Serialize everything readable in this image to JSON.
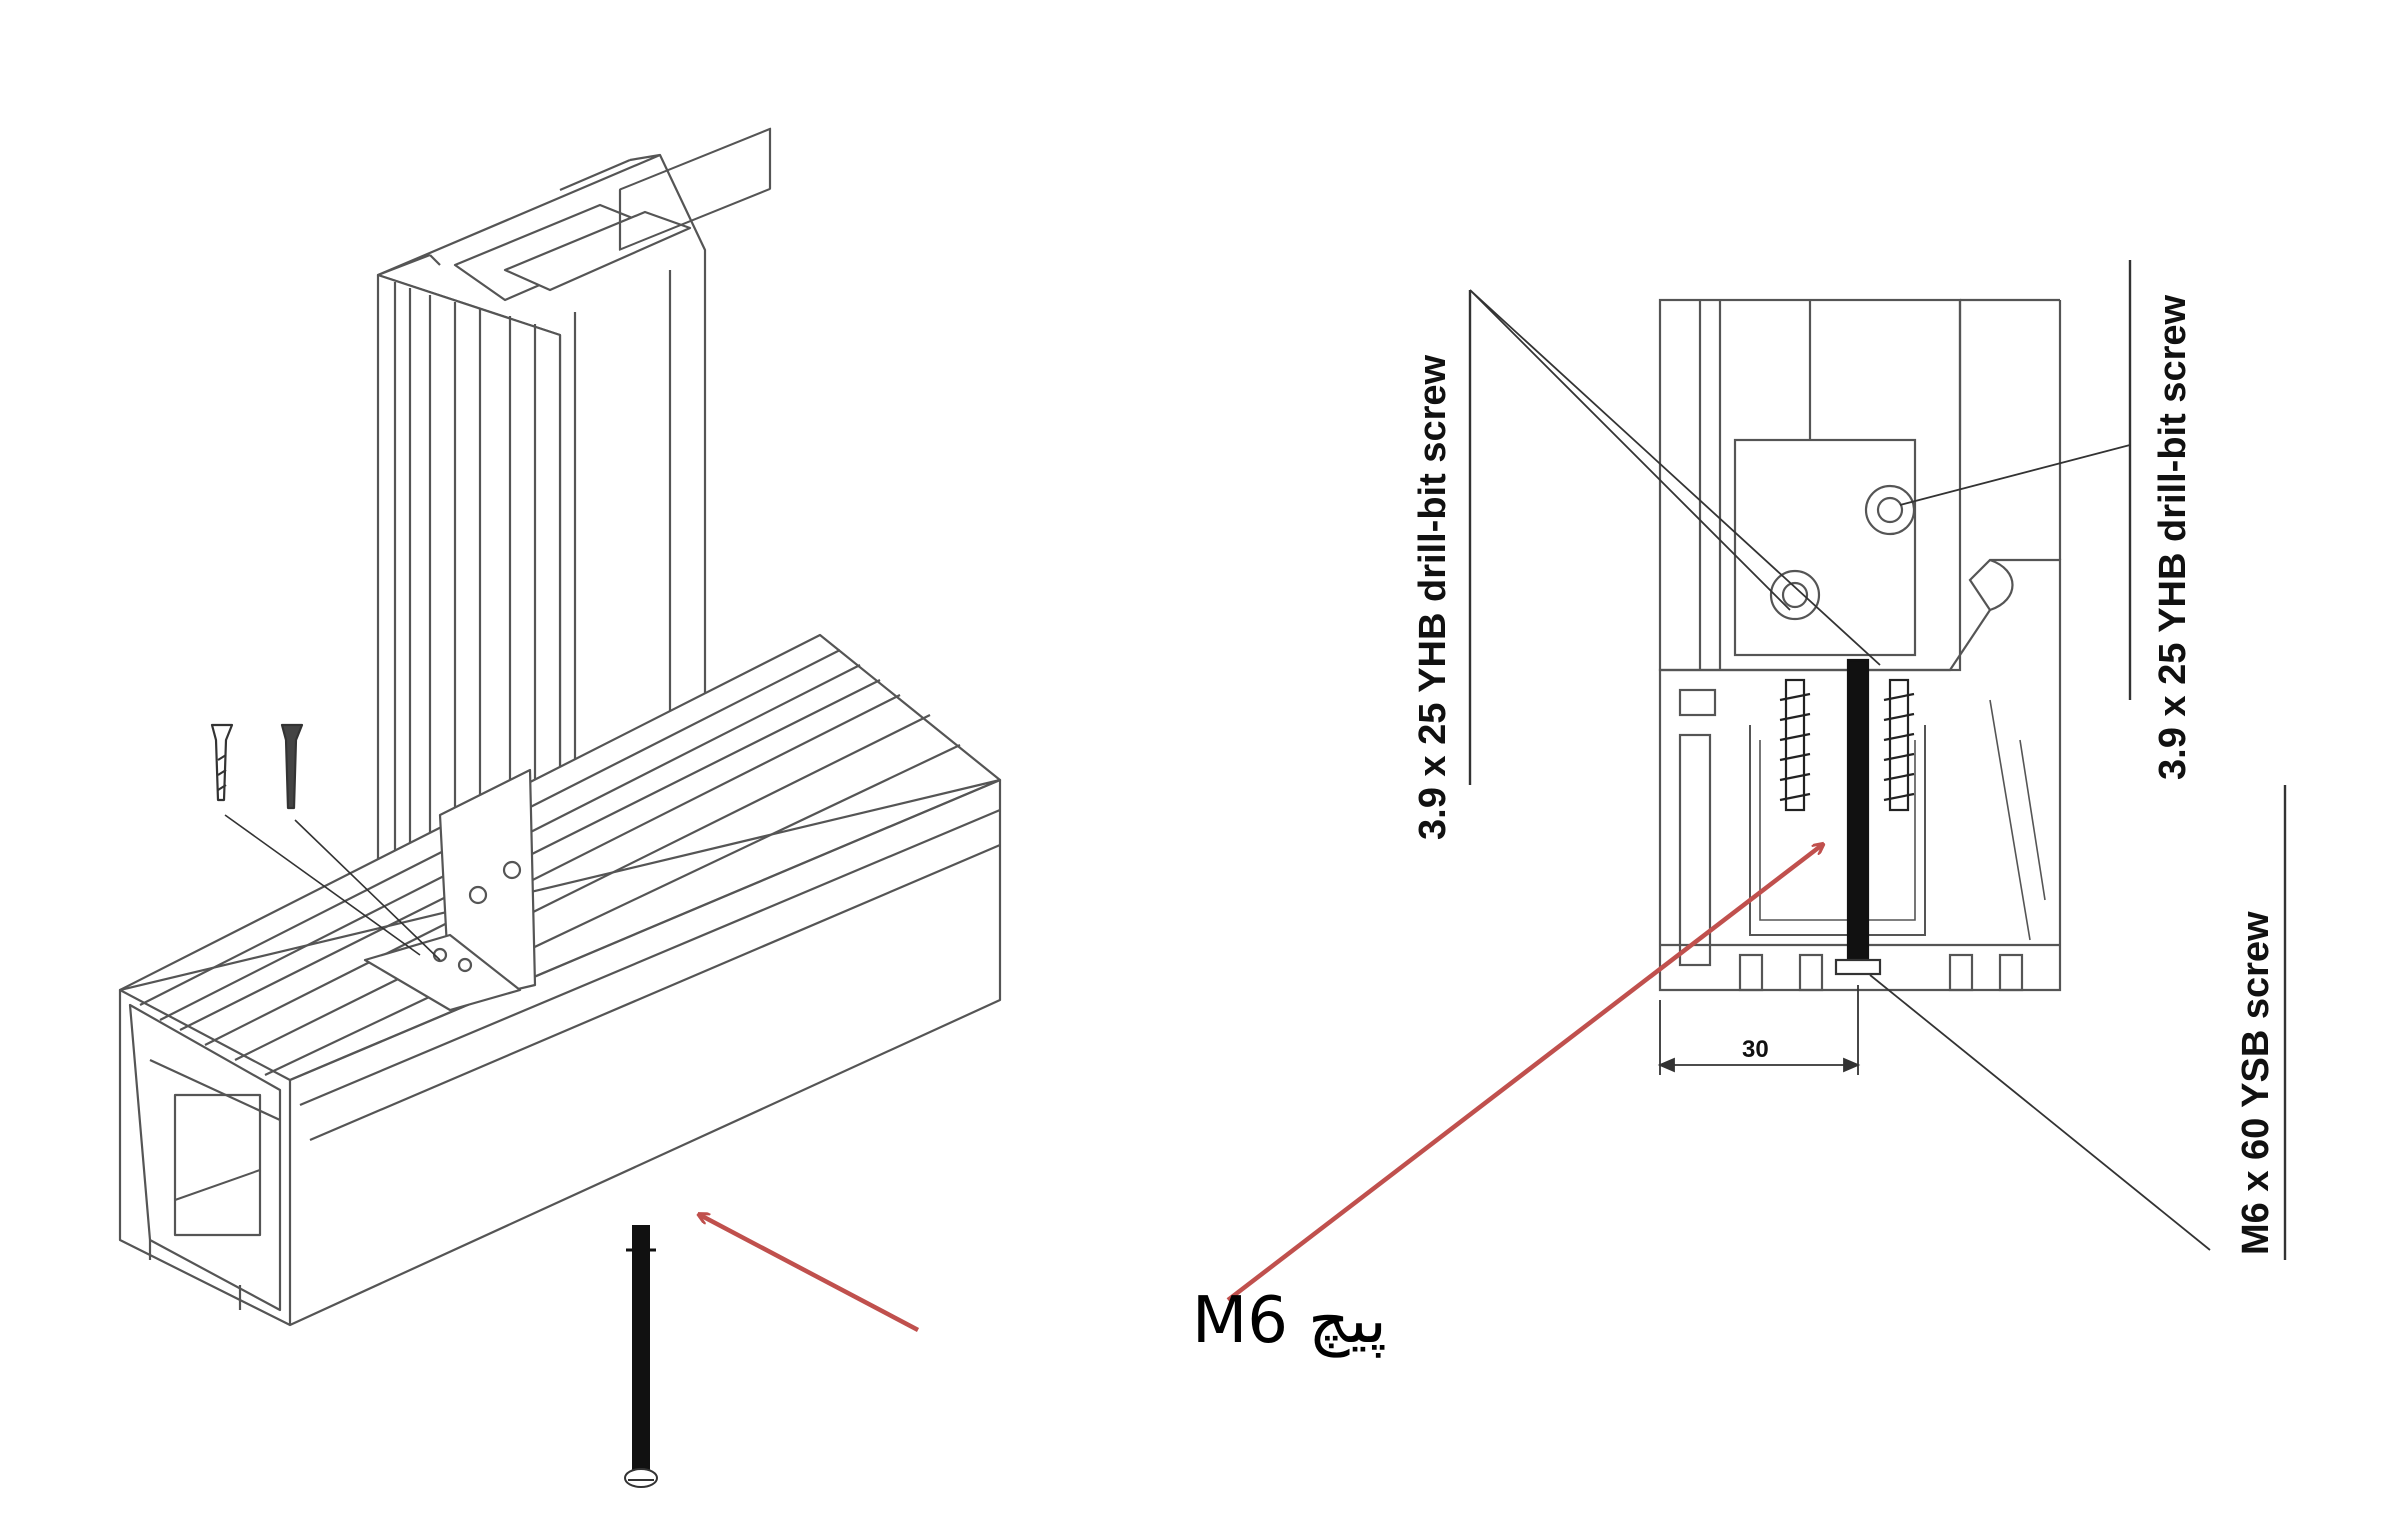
{
  "labels": {
    "callout": "پیچ M6",
    "drill_screw_left": "3.9 x 25 YHB drill-bit screw",
    "drill_screw_right": "3.9 x 25 YHB drill-bit screw",
    "m6_screw": "M6 x 60 YSB screw",
    "dimension": "30"
  },
  "colors": {
    "arrow": "#c0504d",
    "line": "#333333",
    "screw": "#111111"
  }
}
